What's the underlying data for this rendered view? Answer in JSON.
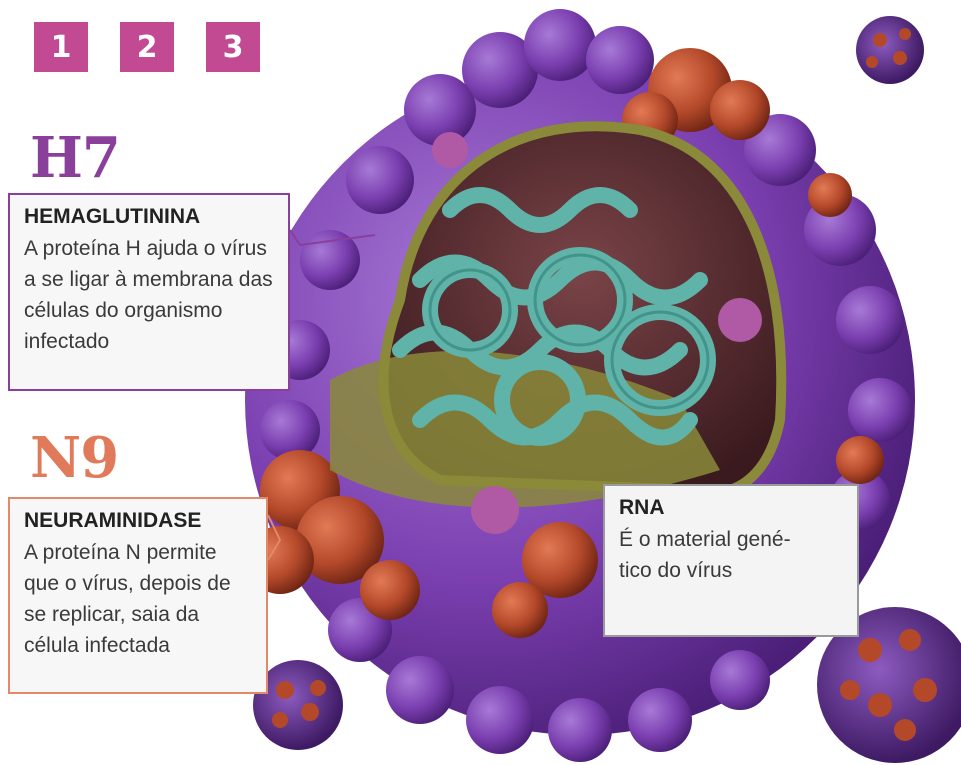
{
  "tabs": [
    "1",
    "2",
    "3"
  ],
  "labels": {
    "h7": "H7",
    "n9": "N9"
  },
  "callouts": {
    "hemagglutinin": {
      "title": "HEMAGLUTININA",
      "text": "A proteína H ajuda o vírus\na se ligar à membrana das\ncélulas do organismo\ninfectado"
    },
    "neuraminidase": {
      "title": "NEURAMINIDASE",
      "text": "A proteína N permite\nque o vírus, depois de\nse replicar, saia da\ncélula infectada"
    },
    "rna": {
      "title": "RNA",
      "text": "É o material gené-\ntico do vírus"
    }
  },
  "colors": {
    "tab": "#c24a93",
    "h7": "#8a3f9b",
    "n9": "#e07a5a",
    "hemagglutinin_spike": "#7b3fb0",
    "neuraminidase_spike": "#b4492a",
    "rna_coil": "#5fb3a8",
    "envelope": "#8a8a3a",
    "interior": "#5a2a2e"
  },
  "icons": [
    "virus-illustration",
    "small-virus-icon"
  ]
}
